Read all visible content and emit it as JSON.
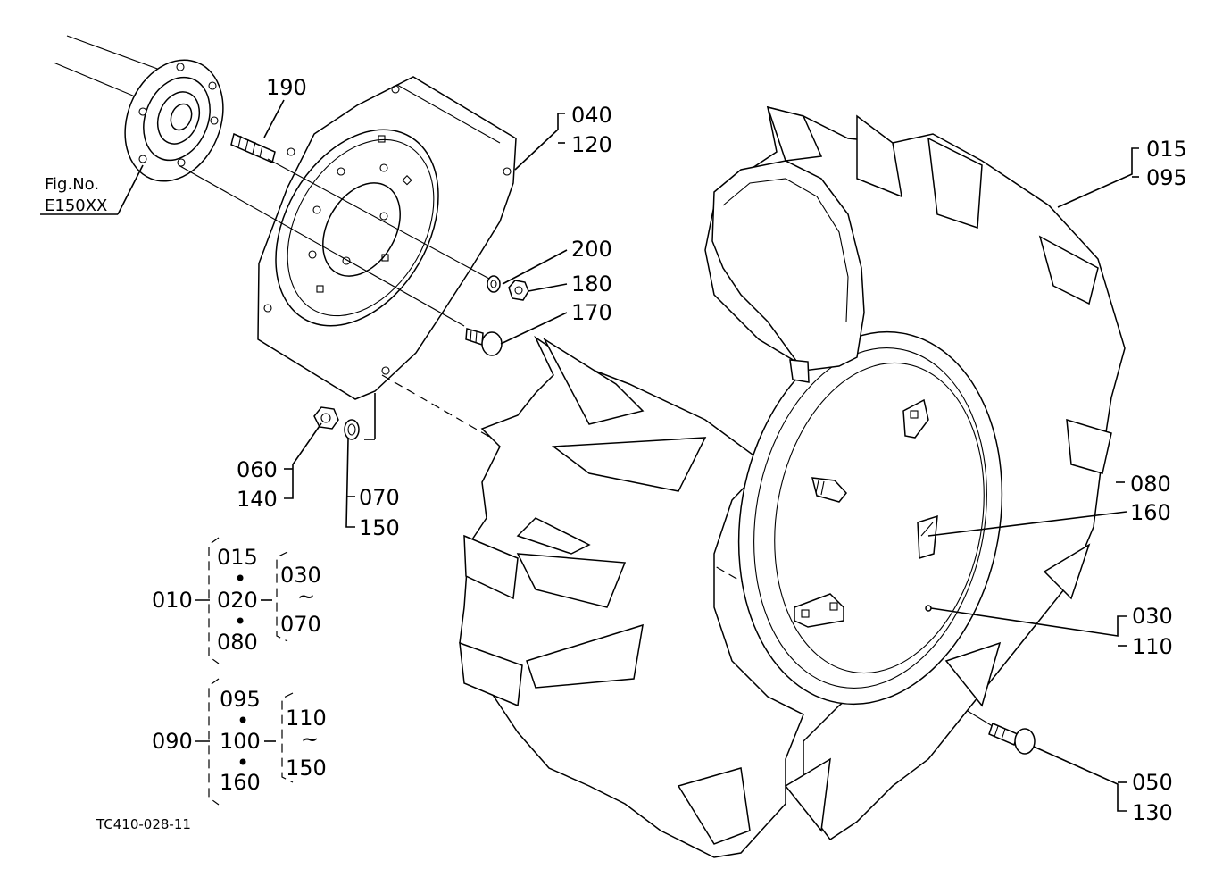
{
  "figure": {
    "ref_label_line1": "Fig.No.",
    "ref_label_line2": "E150XX",
    "code": "TC410-028-11"
  },
  "callouts": {
    "c190": "190",
    "c040": "040",
    "c120": "120",
    "c015": "015",
    "c095": "095",
    "c200": "200",
    "c180": "180",
    "c170": "170",
    "c060": "060",
    "c140": "140",
    "c070": "070",
    "c150": "150",
    "c080": "080",
    "c160": "160",
    "c030": "030",
    "c110": "110",
    "c050": "050",
    "c130": "130"
  },
  "assembly_1": {
    "parent": "010",
    "members": [
      "015",
      "020",
      "080"
    ],
    "range_start": "030",
    "range_end": "070",
    "range_mark": "~",
    "dot": "•"
  },
  "assembly_2": {
    "parent": "090",
    "members": [
      "095",
      "100",
      "160"
    ],
    "range_start": "110",
    "range_end": "150",
    "range_mark": "~",
    "dot": "•"
  }
}
